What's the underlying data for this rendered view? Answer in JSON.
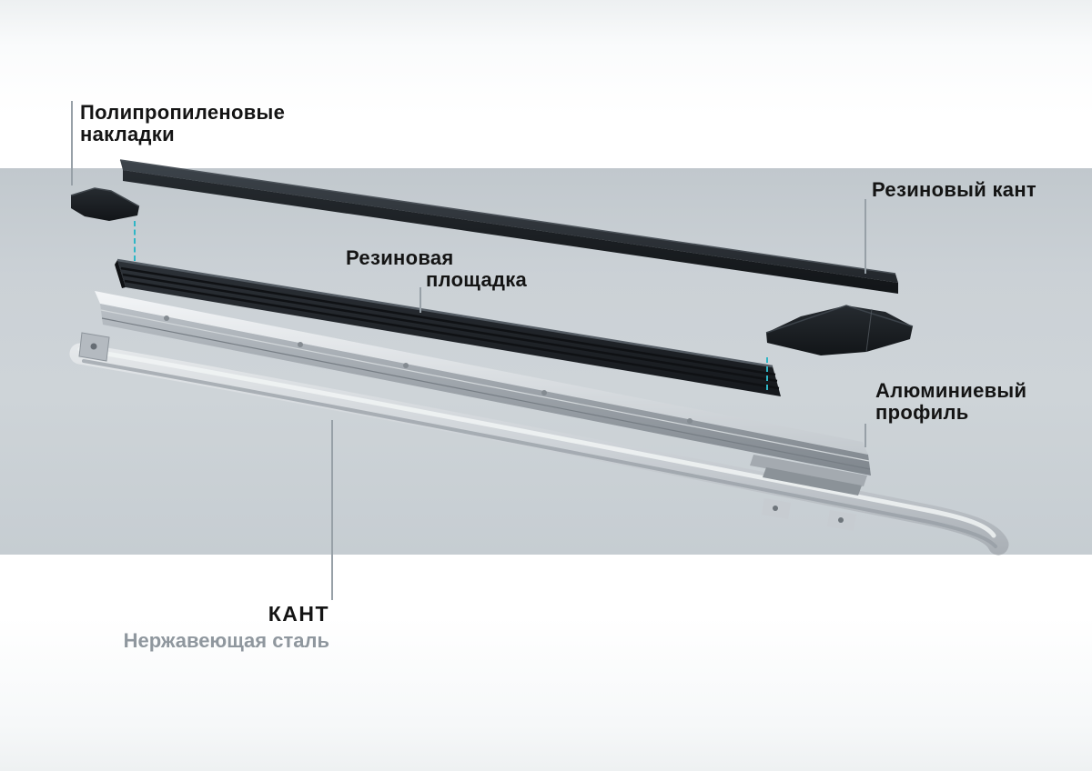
{
  "colors": {
    "background": "#ffffff",
    "band": "#c9d0d5",
    "connector_line": "#97a0a7",
    "dashed_accent": "#2fb6c6",
    "label_text": "#141414",
    "subtitle_text": "#8f979e",
    "rubber_dark": "#1d2125",
    "aluminum_light": "#dfe3e6",
    "steel_light": "#ccd2d6"
  },
  "labels": {
    "pads": {
      "line1": "Полипропиленовые",
      "line2": "накладки"
    },
    "rubber_edge": {
      "text": "Резиновый кант"
    },
    "platform": {
      "line1": "Резиновая",
      "line2": "площадка"
    },
    "aluminum": {
      "line1": "Алюминиевый",
      "line2": "профиль"
    },
    "kant": {
      "title": "КАНТ",
      "subtitle": "Нержавеющая сталь"
    }
  },
  "parts": [
    {
      "id": "polypropylene-pad-left"
    },
    {
      "id": "rubber-edge-strip"
    },
    {
      "id": "rubber-platform"
    },
    {
      "id": "polypropylene-pad-right"
    },
    {
      "id": "aluminum-profile"
    },
    {
      "id": "stainless-steel-kant"
    }
  ]
}
